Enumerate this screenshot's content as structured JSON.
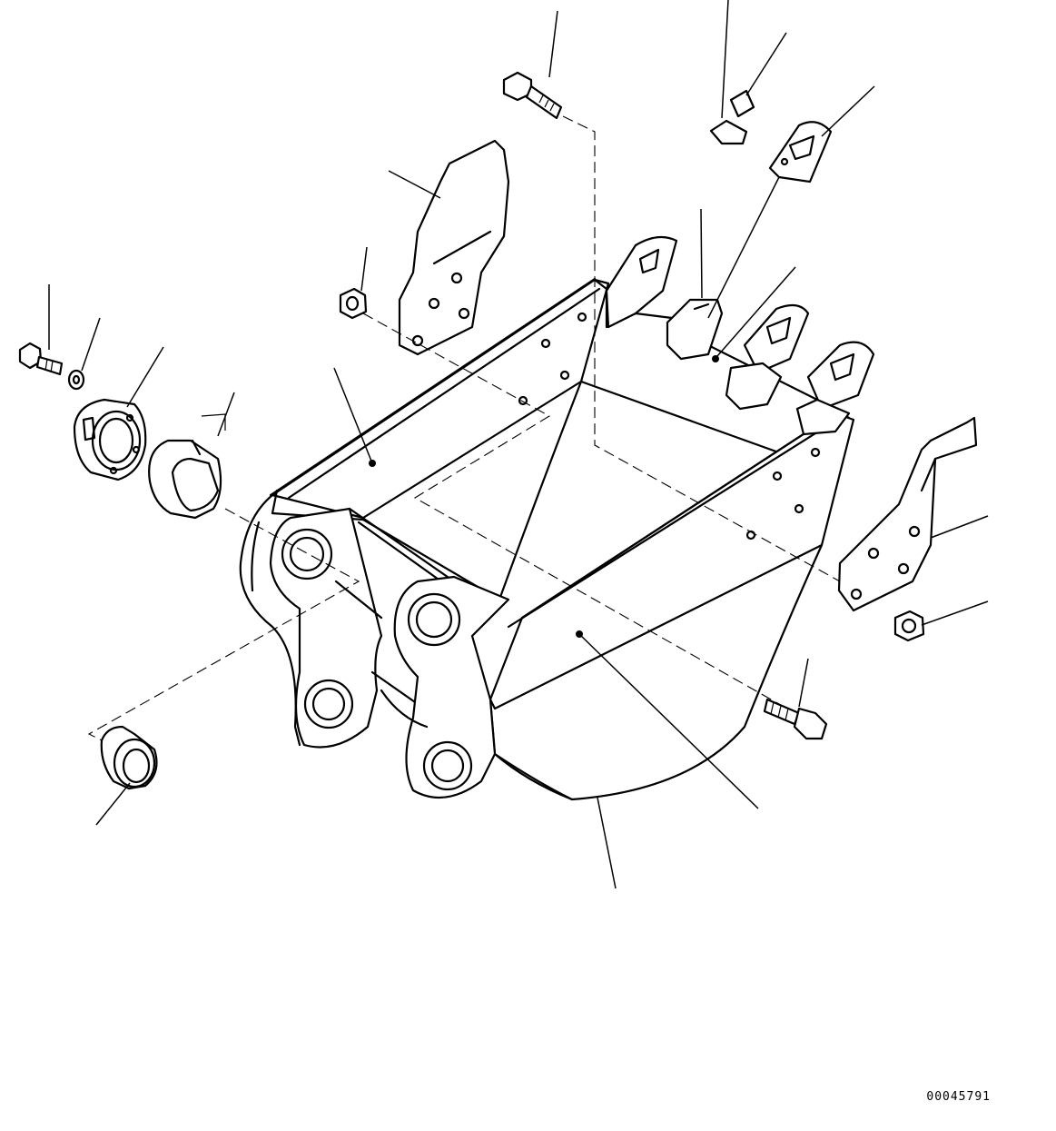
{
  "diagram": {
    "drawing_number": "00045791"
  },
  "parts": [
    {
      "id": "bucket-body"
    },
    {
      "id": "side-cutter-left"
    },
    {
      "id": "side-cutter-right"
    },
    {
      "id": "tooth-point"
    },
    {
      "id": "adapter"
    },
    {
      "id": "pin"
    },
    {
      "id": "lock"
    },
    {
      "id": "bolt-top"
    },
    {
      "id": "bolt-right"
    },
    {
      "id": "bolt-left"
    },
    {
      "id": "washer"
    },
    {
      "id": "nut-left"
    },
    {
      "id": "nut-right"
    },
    {
      "id": "boss"
    },
    {
      "id": "shim"
    },
    {
      "id": "bushing"
    }
  ]
}
